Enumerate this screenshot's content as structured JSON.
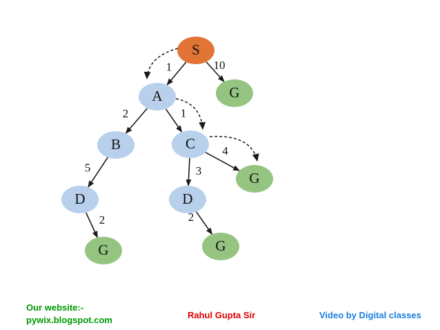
{
  "colors": {
    "start_node": "#e27436",
    "internal_node": "#b8d0ec",
    "goal_node": "#94c47f",
    "edge": "#1a1a1a",
    "website_text": "#009900",
    "author_text": "#e00000",
    "credit_text": "#1a7ee0"
  },
  "diagram": {
    "nodes": [
      {
        "id": "S",
        "label": "S",
        "kind": "start"
      },
      {
        "id": "A",
        "label": "A",
        "kind": "internal"
      },
      {
        "id": "G1",
        "label": "G",
        "kind": "goal"
      },
      {
        "id": "B",
        "label": "B",
        "kind": "internal"
      },
      {
        "id": "C",
        "label": "C",
        "kind": "internal"
      },
      {
        "id": "D1",
        "label": "D",
        "kind": "internal"
      },
      {
        "id": "G2",
        "label": "G",
        "kind": "goal"
      },
      {
        "id": "D2",
        "label": "D",
        "kind": "internal"
      },
      {
        "id": "G3",
        "label": "G",
        "kind": "goal"
      },
      {
        "id": "G4",
        "label": "G",
        "kind": "goal"
      }
    ],
    "edges": [
      {
        "from": "S",
        "to": "A",
        "cost": "1"
      },
      {
        "from": "S",
        "to": "G1",
        "cost": "10"
      },
      {
        "from": "A",
        "to": "B",
        "cost": "2"
      },
      {
        "from": "A",
        "to": "C",
        "cost": "1"
      },
      {
        "from": "B",
        "to": "D1",
        "cost": "5"
      },
      {
        "from": "C",
        "to": "D2",
        "cost": "3"
      },
      {
        "from": "C",
        "to": "G2",
        "cost": "4"
      },
      {
        "from": "D1",
        "to": "G3",
        "cost": "2"
      },
      {
        "from": "D2",
        "to": "G4",
        "cost": "2"
      }
    ],
    "search_path": [
      "S",
      "A",
      "C",
      "G2"
    ]
  },
  "footer": {
    "website_label": "Our website:-",
    "website_url": "pywix.blogspot.com",
    "author": "Rahul Gupta Sir",
    "credit": "Video by Digital classes"
  }
}
